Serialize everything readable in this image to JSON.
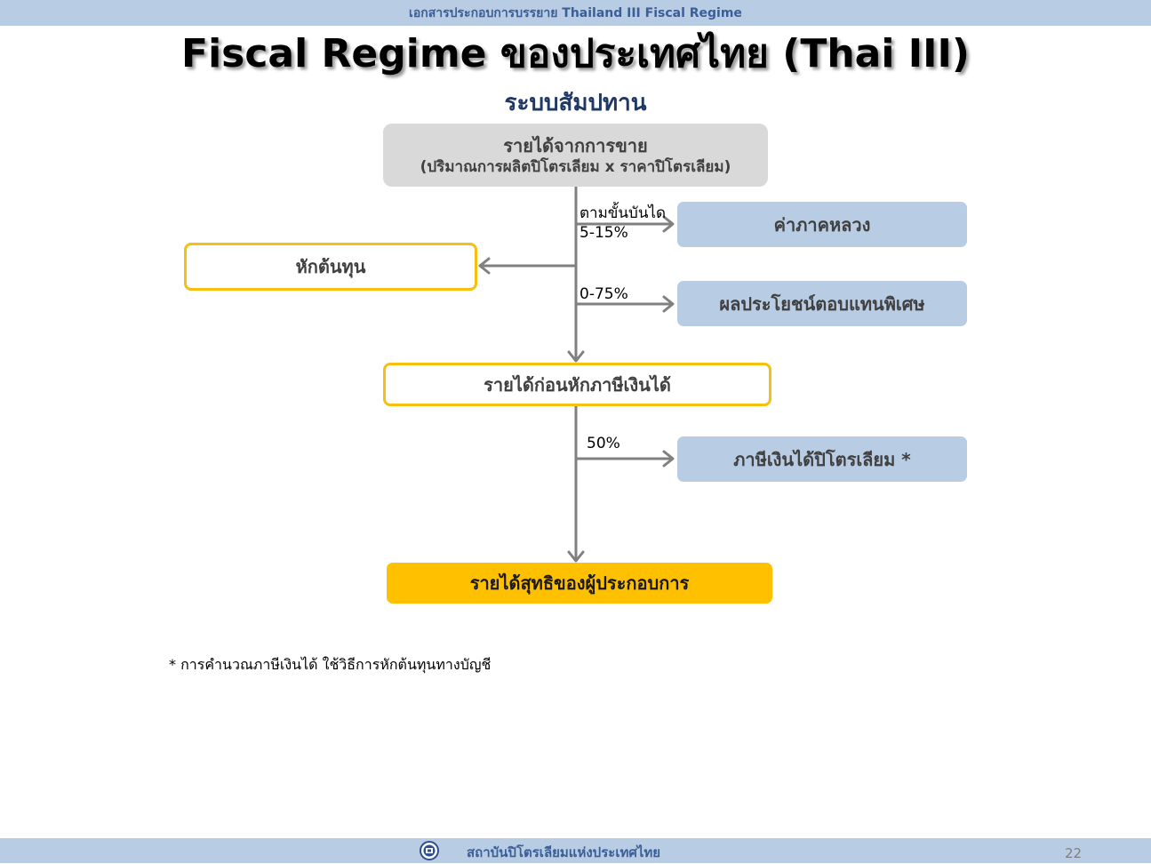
{
  "header": {
    "text": "เอกสารประกอบการบรรยาย Thailand III Fiscal Regime"
  },
  "title": "Fiscal Regime ของประเทศไทย (Thai III)",
  "subtitle": "ระบบสัมปทาน",
  "diagram": {
    "revenue_box": {
      "line1": "รายได้จากการขาย",
      "line2": "(ปริมาณการผลิตปิโตรเลียม x ราคาปิโตรเลียม)"
    },
    "royalty_box": "ค่าภาคหลวง",
    "royalty_label_1": "ตามขั้นบันได",
    "royalty_label_2": "5-15%",
    "cost_box": "หักต้นทุน",
    "srb_label": "0-75%",
    "srb_box": "ผลประโยชน์ตอบแทนพิเศษ",
    "pretax_box": "รายได้ก่อนหักภาษีเงินได้",
    "tax_label": "50%",
    "tax_box": "ภาษีเงินได้ปิโตรเลียม *",
    "net_box": "รายได้สุทธิของผู้ประกอบการ"
  },
  "footnote": "* การคำนวณภาษีเงินได้ ใช้วิธีการหักต้นทุนทางบัญชี",
  "footer": {
    "org": "สถาบันปิโตรเลียมแห่งประเทศไทย",
    "page": "22",
    "logo_icon": "institute-logo-icon"
  },
  "colors": {
    "bar": "#b8cce4",
    "blue_box": "#b8cce4",
    "grey_box": "#d9d9d9",
    "gold": "#ffc000",
    "yellow_outline": "#f5c010",
    "arrow": "#808080"
  }
}
